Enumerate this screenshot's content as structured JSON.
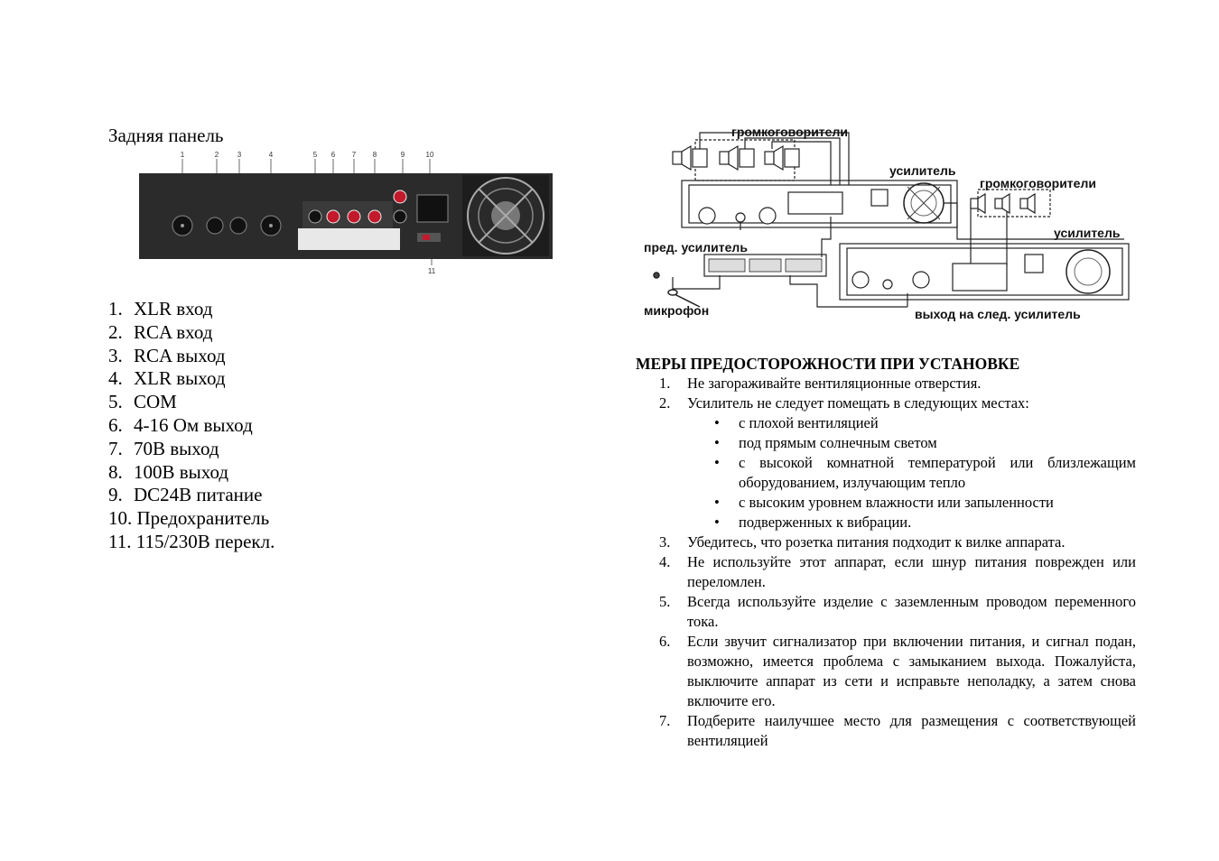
{
  "left": {
    "title": "Задняя панель",
    "panel_callouts": [
      "1",
      "2",
      "3",
      "4",
      "5",
      "6",
      "7",
      "8",
      "9",
      "10",
      "11"
    ],
    "items": [
      {
        "num": "1.",
        "text": "XLR вход"
      },
      {
        "num": "2.",
        "text": "RCA вход"
      },
      {
        "num": "3.",
        "text": "RCA выход"
      },
      {
        "num": "4.",
        "text": "XLR выход"
      },
      {
        "num": "5.",
        "text": "COM"
      },
      {
        "num": "6.",
        "text": "4-16 Ом выход"
      },
      {
        "num": "7.",
        "text": "70В выход"
      },
      {
        "num": "8.",
        "text": "100В выход"
      },
      {
        "num": "9.",
        "text": "DC24В питание"
      },
      {
        "num": "10.",
        "text": "Предохранитель"
      },
      {
        "num": "11.",
        "text": "115/230В перекл."
      }
    ]
  },
  "diagram": {
    "speakers_1": "громкоговорители",
    "amplifier_1": "усилитель",
    "speakers_2": "громкоговорители",
    "amplifier_2": "усилитель",
    "preamp": "пред. усилитель",
    "microphone": "микрофон",
    "next_amp": "выход на след. усилитель"
  },
  "precautions": {
    "title": "МЕРЫ ПРЕДОСТОРОЖНОСТИ ПРИ УСТАНОВКЕ",
    "items": [
      {
        "num": "1.",
        "text": "Не загораживайте вентиляционные отверстия."
      },
      {
        "num": "2.",
        "text": "Усилитель не следует помещать в следующих местах:"
      },
      {
        "num": "3.",
        "text": "Убедитесь, что розетка питания подходит к вилке аппарата."
      },
      {
        "num": "4.",
        "text": "Не используйте этот аппарат, если шнур питания поврежден или переломлен."
      },
      {
        "num": "5.",
        "text": "Всегда используйте изделие с заземленным проводом переменного тока."
      },
      {
        "num": "6.",
        "text": "Если звучит сигнализатор при включении питания, и сигнал подан, возможно, имеется проблема с замыканием выхода. Пожалуйста, выключите аппарат из сети и исправьте неполадку, а затем снова включите его."
      },
      {
        "num": "7.",
        "text": "Подберите наилучшее место для размещения с соответствующей вентиляцией"
      }
    ],
    "sub_items": [
      "с плохой вентиляцией",
      "под прямым солнечным светом",
      "с высокой комнатной температурой или близлежащим оборудованием, излучающим тепло",
      "с высоким уровнем влажности или запыленности",
      "подверженных к вибрации."
    ]
  }
}
